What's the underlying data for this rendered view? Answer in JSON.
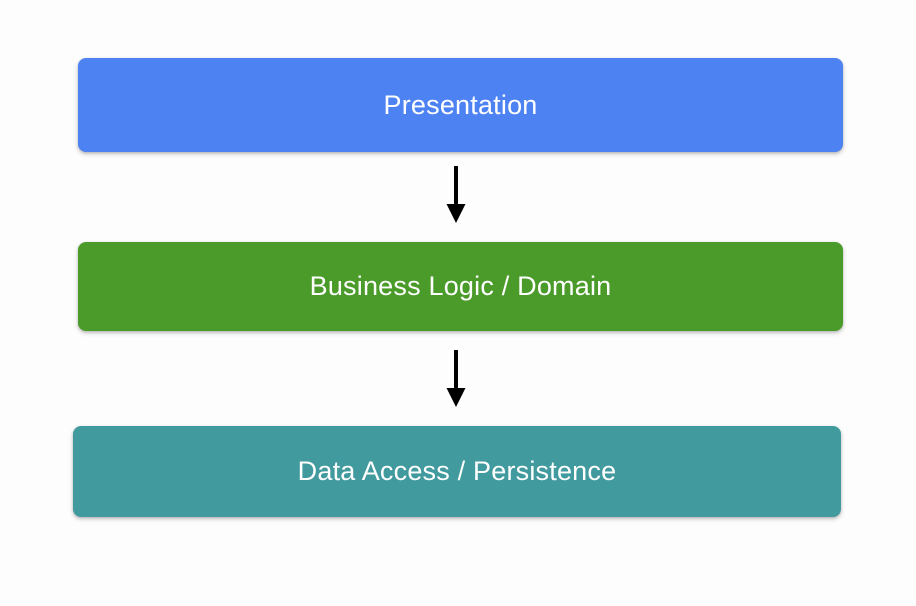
{
  "diagram": {
    "type": "flowchart",
    "orientation": "vertical-top-down",
    "background_color": "#fdfdfd",
    "layers": [
      {
        "id": "presentation",
        "label": "Presentation",
        "color": "#4d82f3",
        "text_color": "#ffffff",
        "order": 1
      },
      {
        "id": "business-logic",
        "label": "Business Logic / Domain",
        "color": "#4b9b2b",
        "text_color": "#ffffff",
        "order": 2
      },
      {
        "id": "data-access",
        "label": "Data Access / Persistence",
        "color": "#419a9e",
        "text_color": "#ffffff",
        "order": 3
      }
    ],
    "connectors": [
      {
        "id": "presentation-to-business",
        "from": "presentation",
        "to": "business-logic",
        "style": "solid-arrow",
        "color": "#000000"
      },
      {
        "id": "business-to-data",
        "from": "business-logic",
        "to": "data-access",
        "style": "solid-arrow",
        "color": "#000000"
      }
    ]
  }
}
